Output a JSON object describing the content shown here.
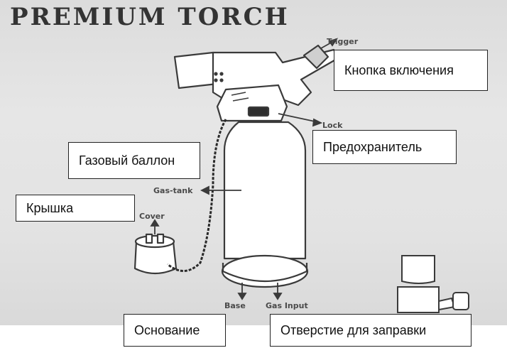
{
  "title": "PREMIUM TORCH",
  "diagram_labels": {
    "trigger": "Trigger",
    "lock": "Lock",
    "gas_tank": "Gas-tank",
    "cover": "Cover",
    "base": "Base",
    "gas_input": "Gas Input"
  },
  "callouts": {
    "trigger": "Кнопка включения",
    "lock": "Предохранитель",
    "gas_tank": "Газовый баллон",
    "cover": "Крышка",
    "base": "Основание",
    "gas_input": "Отверстие для заправки"
  }
}
